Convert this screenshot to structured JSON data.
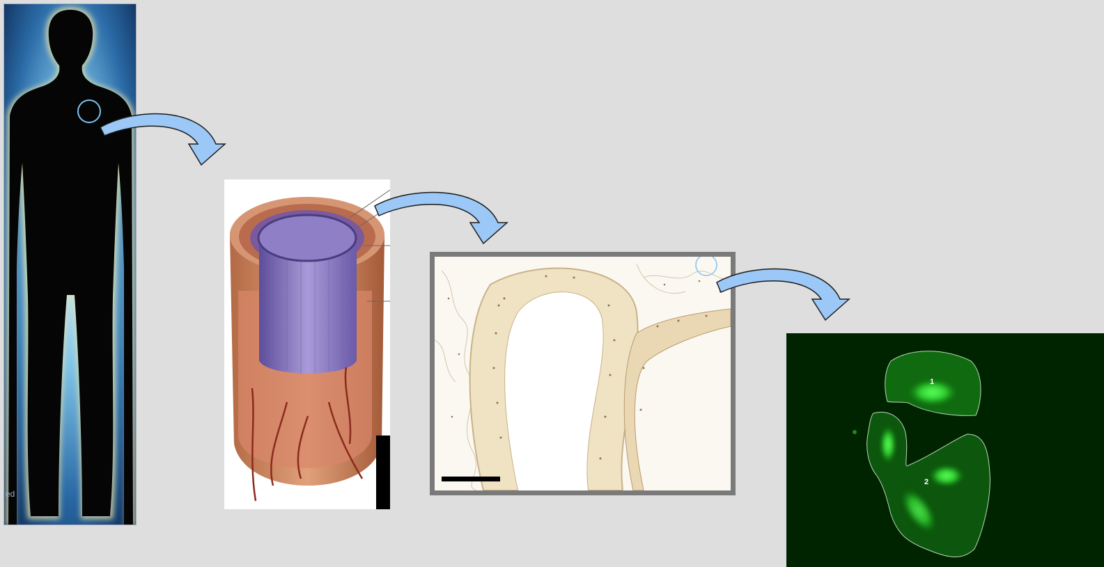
{
  "colors": {
    "background": "#dedede",
    "arrow_fill": "#9cc8f7",
    "arrow_stroke": "#1a1a1a",
    "highlight_circle": "#7fc3f3",
    "fluorescence": "#2fe02f",
    "histology_frame": "#7a7a7a"
  },
  "panels": {
    "body": {
      "icon": "human-silhouette",
      "edge_text": "ed"
    },
    "vessel": {
      "icon": "blood-vessel-cross-section"
    },
    "histology": {
      "icon": "tissue-section-micrograph"
    },
    "cells": {
      "icon": "fluorescent-cells",
      "cell_label_1": "1",
      "cell_label_2": "2"
    }
  }
}
